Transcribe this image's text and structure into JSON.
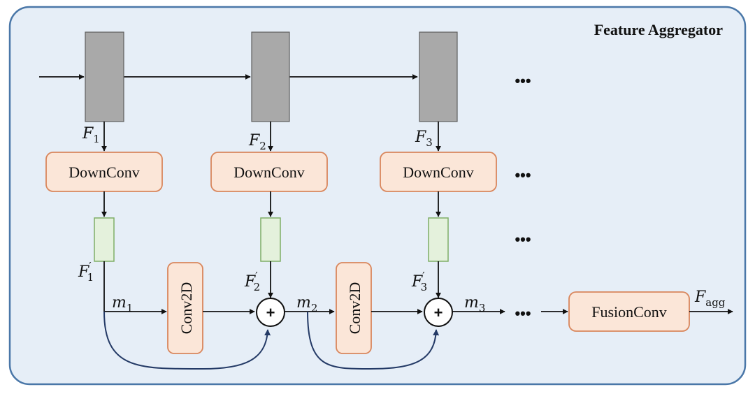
{
  "title": "Feature Aggregator",
  "blocks": {
    "downconv_label": "DownConv",
    "conv2d_label": "Conv2D",
    "fusion_label": "FusionConv"
  },
  "features": [
    {
      "base": "F",
      "sub": "1"
    },
    {
      "base": "F",
      "sub": "2"
    },
    {
      "base": "F",
      "sub": "3"
    }
  ],
  "reduced_features": [
    {
      "base": "F",
      "prime": "′",
      "sub": "1"
    },
    {
      "base": "F",
      "prime": "′",
      "sub": "2"
    },
    {
      "base": "F",
      "prime": "′",
      "sub": "3"
    }
  ],
  "merges": [
    {
      "base": "m",
      "sub": "1"
    },
    {
      "base": "m",
      "sub": "2"
    },
    {
      "base": "m",
      "sub": "3"
    }
  ],
  "output": {
    "base": "F",
    "sub": "agg"
  },
  "ellipsis": "•••",
  "plus_symbol": "+",
  "frozen_icon": "snowflake-icon"
}
